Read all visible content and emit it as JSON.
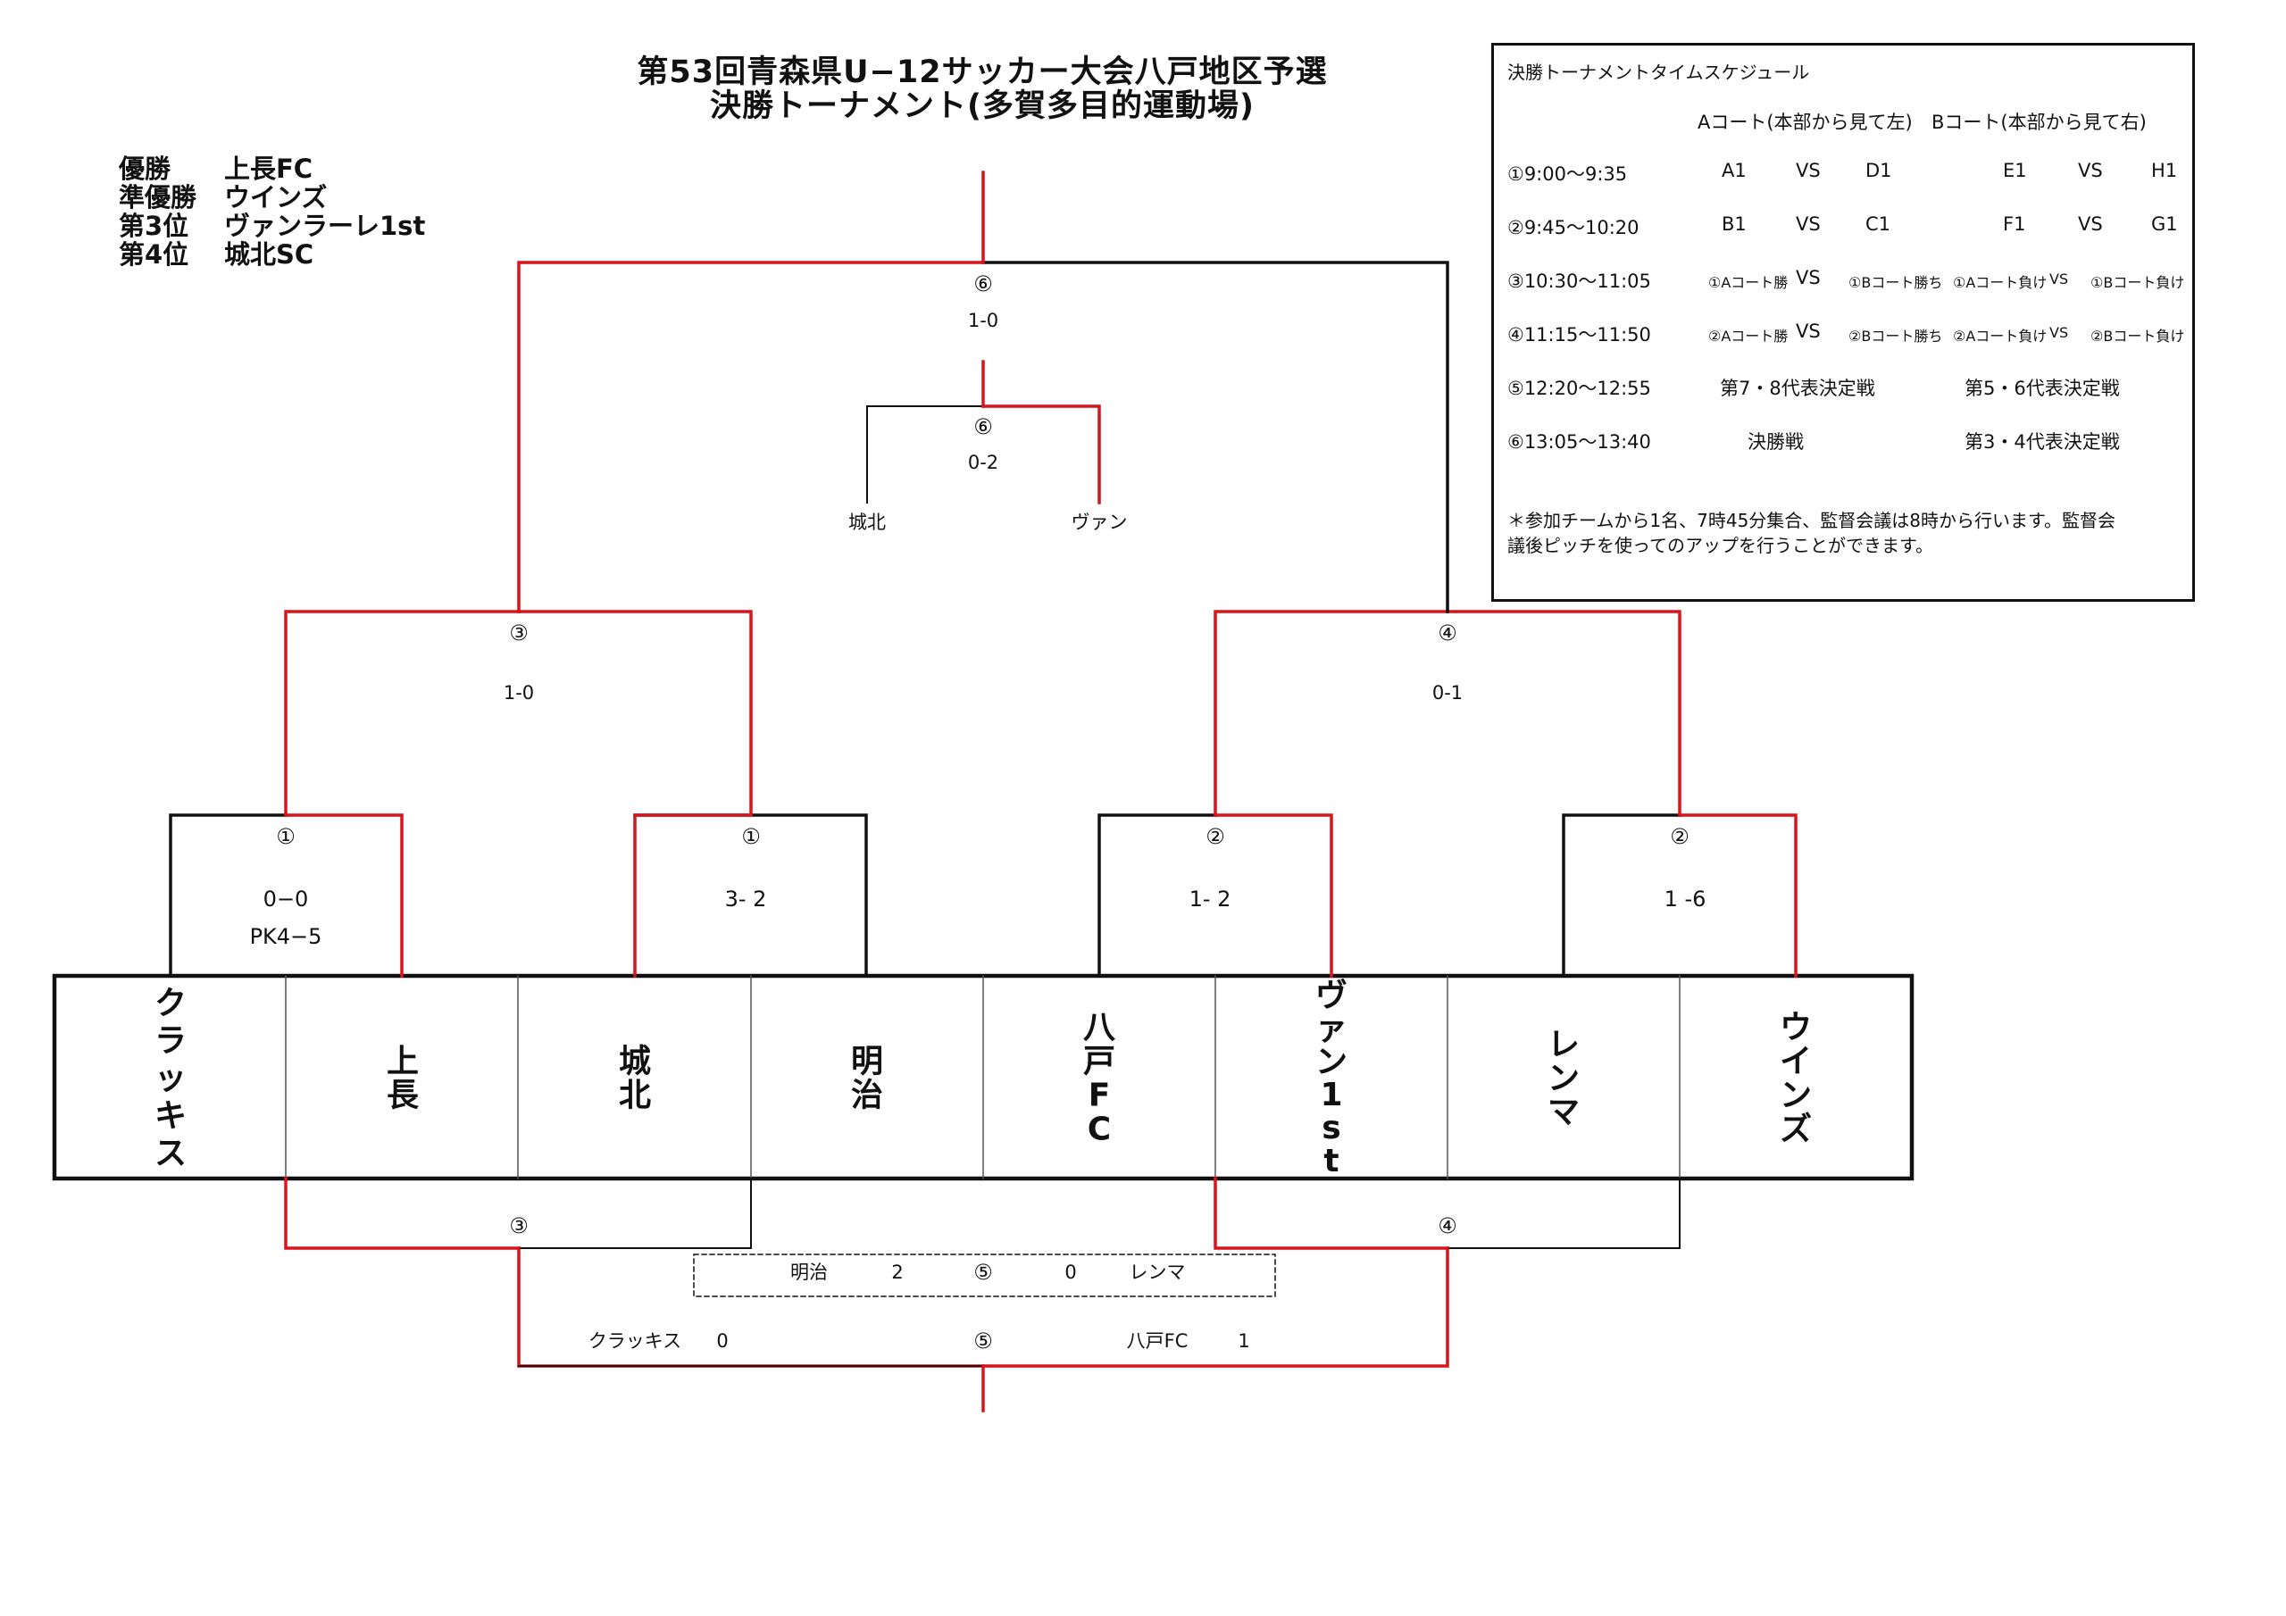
{
  "title": {
    "line1": "第53回青森県U−12サッカー大会八戸地区予選",
    "line2": "決勝トーナメント(多賀多目的運動場)"
  },
  "results": [
    {
      "label": "優勝",
      "team": "上長FC"
    },
    {
      "label": "準優勝",
      "team": "ウインズ"
    },
    {
      "label": "第3位",
      "team": "ヴァンラーレ1st"
    },
    {
      "label": "第4位",
      "team": "城北SC"
    }
  ],
  "teams": [
    {
      "name": "クラッキス",
      "chars": [
        "ク",
        "ラ",
        "ッ",
        "キ",
        "ス"
      ]
    },
    {
      "name": "上長",
      "chars": [
        "上",
        "長"
      ]
    },
    {
      "name": "城北",
      "chars": [
        "城",
        "北"
      ]
    },
    {
      "name": "明治",
      "chars": [
        "明",
        "治"
      ]
    },
    {
      "name": "八戸FC",
      "chars": [
        "八",
        "戸",
        "F",
        "C"
      ]
    },
    {
      "name": "ヴァン1st",
      "chars": [
        "ヴ",
        "ァ",
        "ン",
        "1",
        "s",
        "t"
      ]
    },
    {
      "name": "レンマ",
      "chars": [
        "レ",
        "ン",
        "マ"
      ]
    },
    {
      "name": "ウインズ",
      "chars": [
        "ウ",
        "イ",
        "ン",
        "ズ"
      ]
    }
  ],
  "matches": {
    "r1_1": {
      "num": "①",
      "score": "0−0",
      "pk": "PK4−5"
    },
    "r1_2": {
      "num": "①",
      "score": "3- 2"
    },
    "r1_3": {
      "num": "②",
      "score": "1- 2"
    },
    "r1_4": {
      "num": "②",
      "score": "1 -6"
    },
    "sf_1": {
      "num": "③",
      "score": "1-0"
    },
    "sf_2": {
      "num": "④",
      "score": "0-1"
    },
    "final": {
      "num": "⑥",
      "score": "1-0"
    },
    "third": {
      "num": "⑥",
      "score": "0-2",
      "left": "城北",
      "right": "ヴァン"
    },
    "lower_3": {
      "num": "③"
    },
    "lower_4": {
      "num": "④"
    },
    "place7": {
      "num": "⑤",
      "left_team": "明治",
      "left_score": "2",
      "right_score": "0",
      "right_team": "レンマ"
    },
    "place5": {
      "num": "⑤",
      "left_team": "クラッキス",
      "left_score": "0",
      "right_team": "八戸FC",
      "right_score": "1"
    }
  },
  "schedule": {
    "heading": "決勝トーナメントタイムスケジュール",
    "court_a": "Aコート(本部から見て左)",
    "court_b": "Bコート(本部から見て右)",
    "slots": [
      {
        "time": "①9:00〜9:35",
        "a1": "A1",
        "avs": "VS",
        "a2": "D1",
        "b1": "E1",
        "bvs": "VS",
        "b2": "H1"
      },
      {
        "time": "②9:45〜10:20",
        "a1": "B1",
        "avs": "VS",
        "a2": "C1",
        "b1": "F1",
        "bvs": "VS",
        "b2": "G1"
      },
      {
        "time": "③10:30〜11:05",
        "a1": "①Aコート勝",
        "avs": "VS",
        "a2": "①Bコート勝ち",
        "b1": "①Aコート負け",
        "bvs": "VS",
        "b2": "①Bコート負け"
      },
      {
        "time": "④11:15〜11:50",
        "a1": "②Aコート勝",
        "avs": "VS",
        "a2": "②Bコート勝ち",
        "b1": "②Aコート負け",
        "bvs": "VS",
        "b2": "②Bコート負け"
      },
      {
        "time": "⑤12:20〜12:55",
        "a": "第7・8代表決定戦",
        "b": "第5・6代表決定戦"
      },
      {
        "time": "⑥13:05〜13:40",
        "a": "決勝戦",
        "b": "第3・4代表決定戦"
      }
    ],
    "note_line1": "＊参加チームから1名、7時45分集合、監督会議は8時から行います。監督会",
    "note_line2": "議後ピッチを使ってのアップを行うことができます。"
  },
  "colors": {
    "win": "#d9141c",
    "line": "#111111"
  }
}
